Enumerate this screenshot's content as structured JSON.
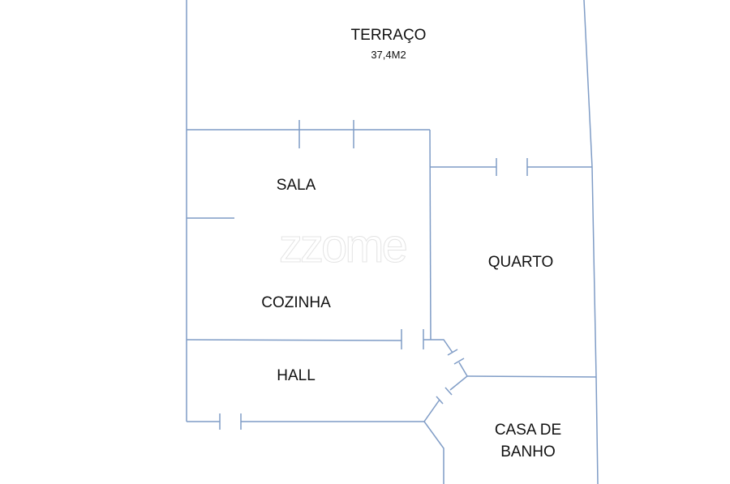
{
  "rooms": {
    "terraco": {
      "name": "TERRAÇO",
      "area": "37,4M2"
    },
    "sala": "SALA",
    "quarto": "QUARTO",
    "cozinha": "COZINHA",
    "hall": "HALL",
    "casa_de_banho": {
      "line1": "CASA DE",
      "line2": "BANHO"
    }
  },
  "watermark": "zzome",
  "colors": {
    "wall": "#7f9cc6",
    "text": "#111111"
  }
}
